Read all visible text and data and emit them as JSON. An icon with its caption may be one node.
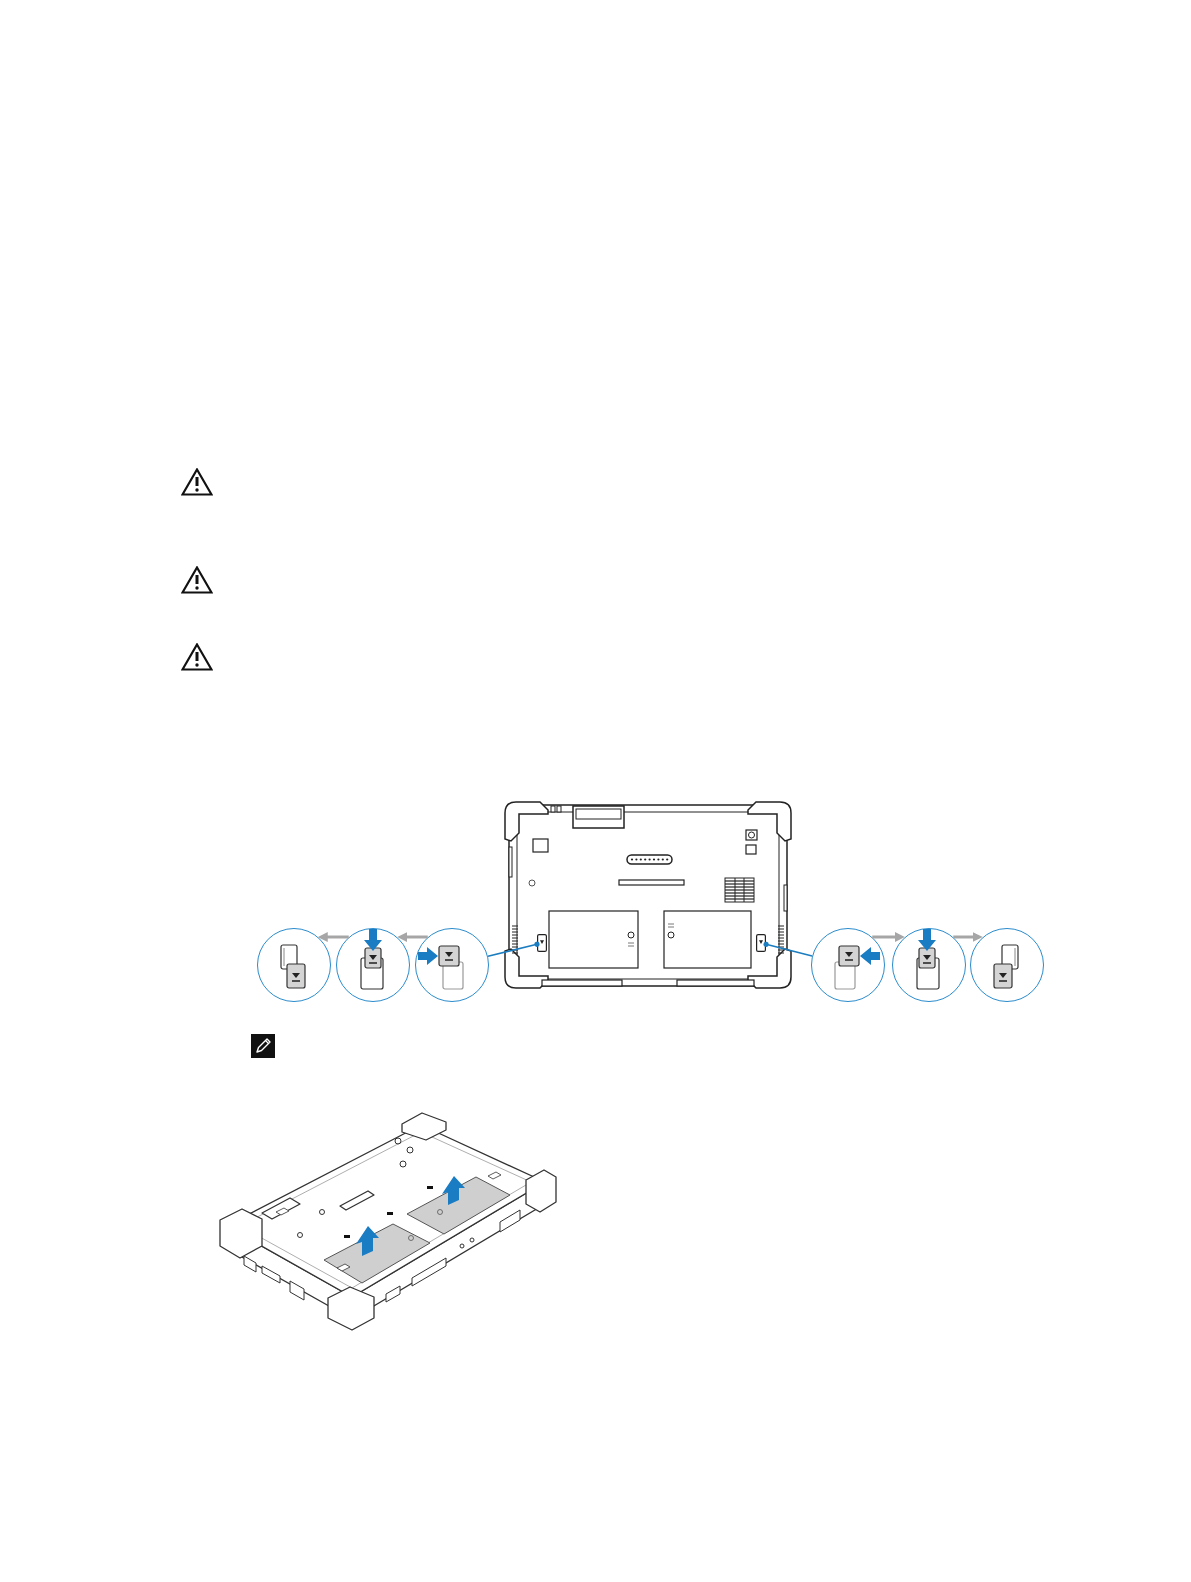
{
  "diagram": {
    "nodes": [
      {
        "text": [],
        "shape": "circle"
      },
      {
        "text": [],
        "shape": "circle"
      },
      {
        "text": [],
        "shape": "circle"
      },
      {
        "text": [],
        "shape": "box"
      },
      {
        "text": [],
        "shape": "box"
      },
      {
        "text": [],
        "shape": "circle"
      },
      {
        "text": [],
        "shape": "circle"
      },
      {
        "text": [],
        "shape": "circle"
      }
    ],
    "edges": [
      {
        "from": 1,
        "to": 0,
        "arrow": "to"
      },
      {
        "from": 2,
        "to": 1,
        "arrow": "to"
      },
      {
        "from": 2,
        "to": 3,
        "arrow": "other",
        "color": "#1b7dc0"
      },
      {
        "from": 5,
        "to": 4,
        "arrow": "other",
        "color": "#1b7dc0"
      },
      {
        "from": 5,
        "to": 6,
        "arrow": "to"
      },
      {
        "from": 6,
        "to": 7,
        "arrow": "to"
      }
    ]
  }
}
